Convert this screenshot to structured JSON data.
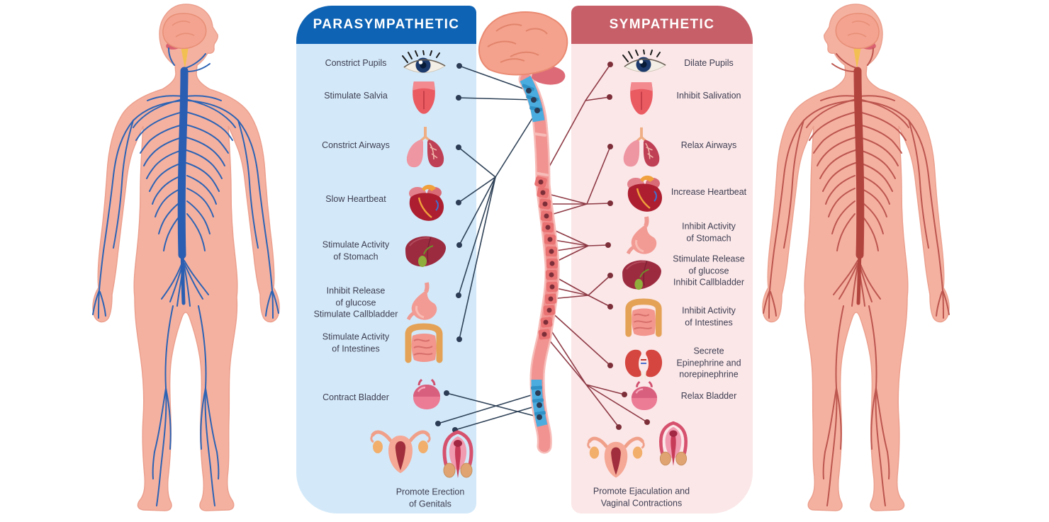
{
  "parasympathetic": {
    "title": "PARASYMPATHETIC",
    "theme": {
      "header_bg": "#0e63b4",
      "panel_bg": "#d3e9f9",
      "connector_color": "#2e4157",
      "nerve_color": "#2c63b4"
    },
    "items": [
      {
        "organ": "eye",
        "label": "Constrict Pupils"
      },
      {
        "organ": "tongue",
        "label": "Stimulate Salvia"
      },
      {
        "organ": "lungs",
        "label": "Constrict Airways"
      },
      {
        "organ": "heart",
        "label": "Slow Heartbeat"
      },
      {
        "organ": "liver",
        "label": "Stimulate Activity\nof Stomach"
      },
      {
        "organ": "stomach",
        "label": "Inhibit Release\nof glucose\nStimulate Callbladder"
      },
      {
        "organ": "intestines",
        "label": "Stimulate Activity\nof Intestines"
      },
      {
        "organ": "bladder",
        "label": "Contract Bladder"
      },
      {
        "organ": "genitals",
        "label": "Promote Erection\nof Genitals"
      }
    ]
  },
  "sympathetic": {
    "title": "SYMPATHETIC",
    "theme": {
      "header_bg": "#c75f68",
      "panel_bg": "#fbe7e8",
      "connector_color": "#8e3a45",
      "nerve_color": "#bc564f"
    },
    "items": [
      {
        "organ": "eye",
        "label": "Dilate Pupils"
      },
      {
        "organ": "tongue",
        "label": "Inhibit Salivation"
      },
      {
        "organ": "lungs",
        "label": "Relax Airways"
      },
      {
        "organ": "heart",
        "label": "Increase Heartbeat"
      },
      {
        "organ": "stomach",
        "label": "Inhibit Activity\nof Stomach"
      },
      {
        "organ": "liver",
        "label": "Stimulate Release\nof glucose\nInhibit Callbladder"
      },
      {
        "organ": "intestines",
        "label": "Inhibit Activity\nof Intestines"
      },
      {
        "organ": "kidneys",
        "label": "Secrete\nEpinephrine and\nnorepinephrine"
      },
      {
        "organ": "bladder",
        "label": "Relax Bladder"
      },
      {
        "organ": "genitals",
        "label": "Promote Ejaculation and\nVaginal Contractions"
      }
    ]
  },
  "center": {
    "structures": [
      "brain-icon",
      "spinal-cord-icon"
    ]
  }
}
